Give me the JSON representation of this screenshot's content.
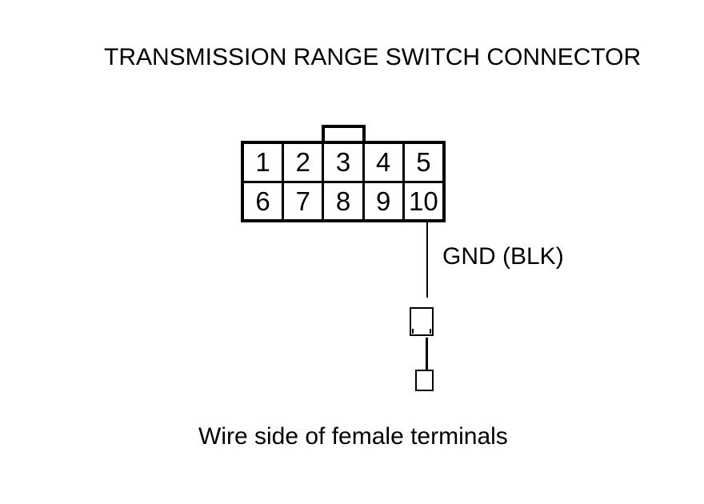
{
  "page": {
    "title": "TRANSMISSION RANGE SWITCH CONNECTOR",
    "caption": "Wire side of female terminals"
  },
  "connector": {
    "name": "transmission-range-switch-connector",
    "rows": 2,
    "columns": 5,
    "pins": [
      "1",
      "2",
      "3",
      "4",
      "5",
      "6",
      "7",
      "8",
      "9",
      "10"
    ],
    "tab_over_column": 3
  },
  "wire": {
    "from_pin": "10",
    "label": "GND (BLK)"
  },
  "colors": {
    "ink": "#000000",
    "background": "#ffffff"
  }
}
